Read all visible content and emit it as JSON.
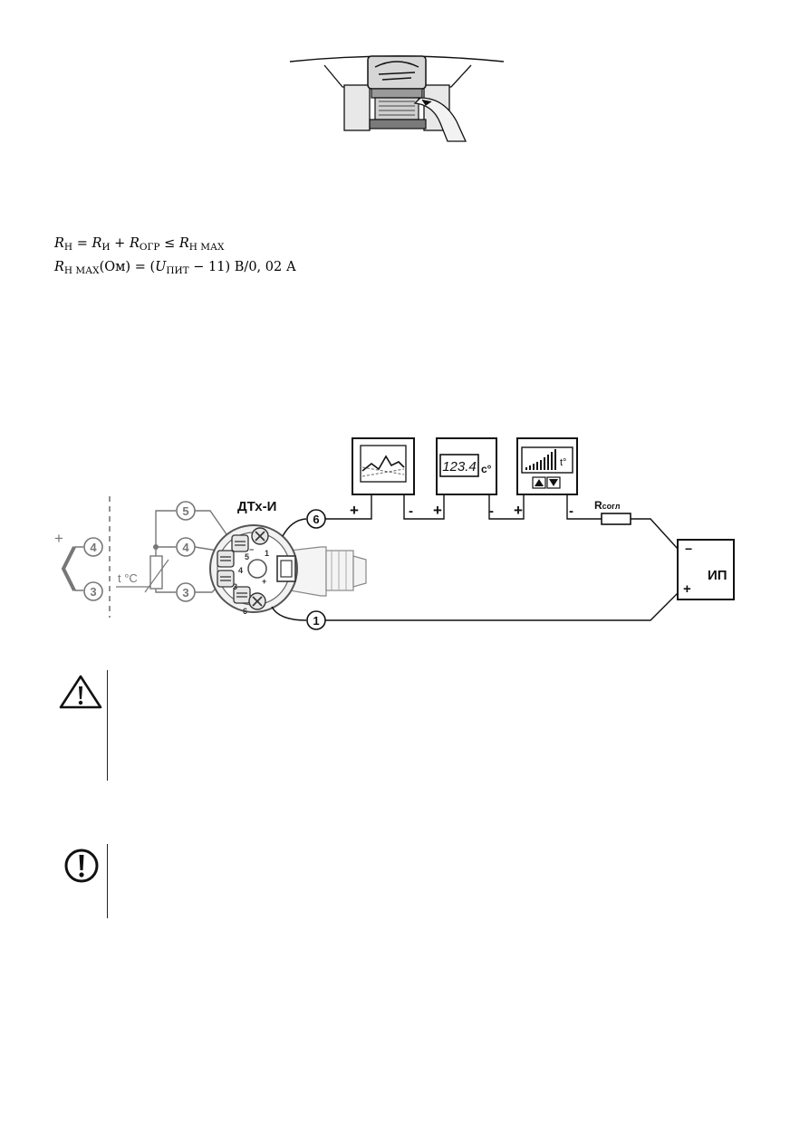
{
  "formulas": {
    "line1": {
      "lhs_var": "R",
      "lhs_sub": "Н",
      "eq": " = ",
      "a_var": "R",
      "a_sub": "И",
      "plus": " + ",
      "b_var": "R",
      "b_sub": "ОГР",
      "le": " ≤ ",
      "c_var": "R",
      "c_sub": "Н МАХ"
    },
    "line2": {
      "lhs_var": "R",
      "lhs_sub": "Н МАХ",
      "lhs_unit": "(Ом) = (",
      "u_var": "U",
      "u_sub": "ПИТ",
      "rest": " − 11) В/0, 02 А"
    }
  },
  "diagram": {
    "device_label": "ДТх-И",
    "sensor_label": "t °C",
    "plus_left": "+",
    "terminals": {
      "t4_left": "4",
      "t3_left": "3",
      "t5": "5",
      "t4": "4",
      "t3": "3",
      "t6": "6",
      "t1": "1"
    },
    "board_marks": {
      "m5": "5",
      "m4": "4",
      "m3": "3",
      "m6": "6",
      "m1": "1",
      "plus": "+",
      "minus": "−"
    },
    "instruments": {
      "display_value": "123.4",
      "display_unit": "c°",
      "bar_unit": "t°"
    },
    "polarity": {
      "p1_plus": "+",
      "p1_minus": "-",
      "p2_plus": "+",
      "p2_minus": "-",
      "p3_plus": "+",
      "p3_minus": "-"
    },
    "resistor_label": "R",
    "resistor_sub": "согл",
    "power_supply": {
      "label": "ИП",
      "minus": "−",
      "plus": "+"
    }
  },
  "icons": {
    "warning": "warning-triangle-icon",
    "attention": "exclamation-circle-icon"
  }
}
